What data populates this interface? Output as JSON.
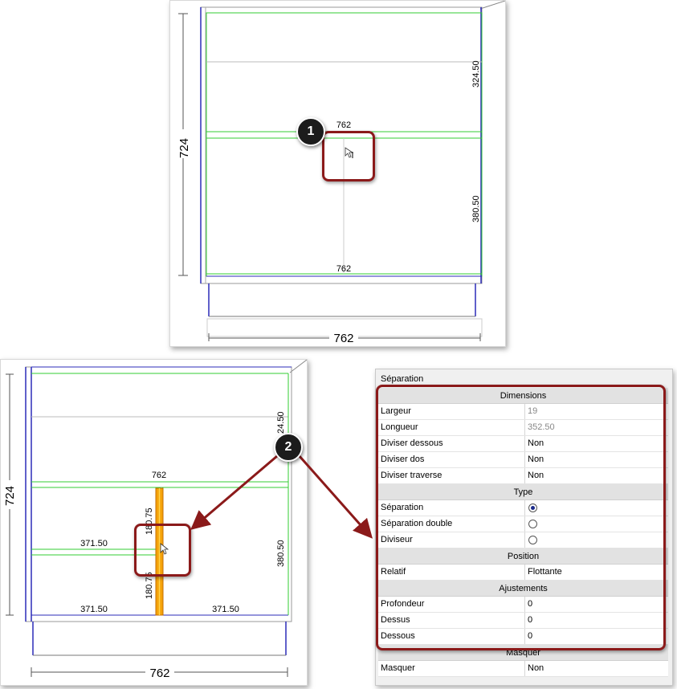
{
  "top_drawing": {
    "dim_height": "724",
    "dim_top_section": "324.50",
    "dim_bottom_section": "380.50",
    "shelf_width_label": "762",
    "bottom_width_label": "762",
    "overall_width_label": "762"
  },
  "bottom_drawing": {
    "dim_height": "724",
    "dim_top_section_partial": "24.50",
    "dim_bottom_section": "380.50",
    "shelf_width_label": "762",
    "divider_upper_label": "180.75",
    "divider_lower_label": "180.75",
    "left_shelf_label": "371.50",
    "bottom_left_label": "371.50",
    "bottom_right_label": "371.50",
    "overall_width_label": "762"
  },
  "callouts": {
    "one": "1",
    "two": "2"
  },
  "properties": {
    "title": "Séparation",
    "sections": {
      "dimensions": "Dimensions",
      "type": "Type",
      "position": "Position",
      "ajustements": "Ajustements",
      "masquer": "Masquer"
    },
    "rows": {
      "largeur": {
        "label": "Largeur",
        "value": "19"
      },
      "longueur": {
        "label": "Longueur",
        "value": "352.50"
      },
      "diviser_dessous": {
        "label": "Diviser dessous",
        "value": "Non"
      },
      "diviser_dos": {
        "label": "Diviser dos",
        "value": "Non"
      },
      "diviser_traverse": {
        "label": "Diviser traverse",
        "value": "Non"
      },
      "separation": {
        "label": "Séparation"
      },
      "separation_double": {
        "label": "Séparation double"
      },
      "diviseur": {
        "label": "Diviseur"
      },
      "relatif": {
        "label": "Relatif",
        "value": "Flottante"
      },
      "profondeur": {
        "label": "Profondeur",
        "value": "0"
      },
      "dessus": {
        "label": "Dessus",
        "value": "0"
      },
      "dessous": {
        "label": "Dessous",
        "value": "0"
      },
      "masquer": {
        "label": "Masquer",
        "value": "Non"
      }
    }
  },
  "colors": {
    "shelf_green": "#33cc33",
    "cabinet_blue": "#2b2bb8",
    "accent_red": "#8b1a1a",
    "divider_orange": "#f5a30a"
  }
}
